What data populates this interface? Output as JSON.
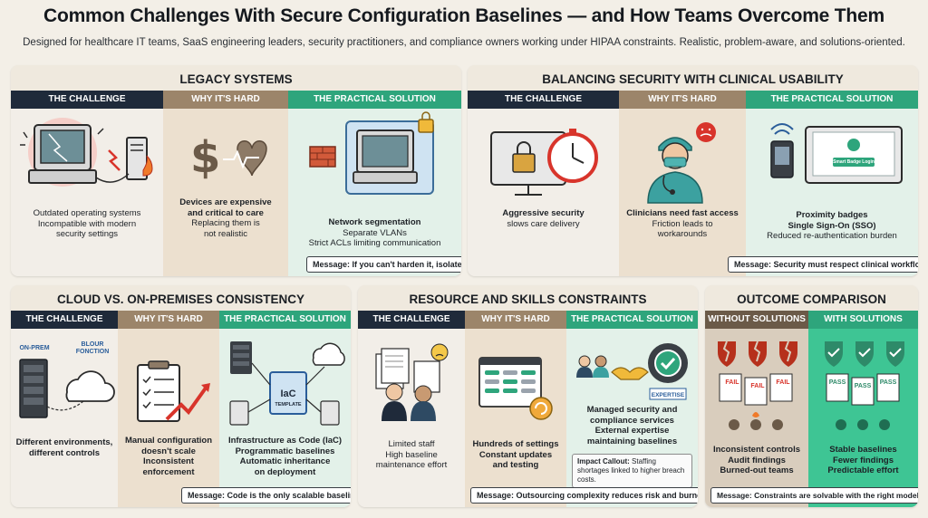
{
  "header": {
    "title": "Common Challenges With Secure Configuration Baselines — and How Teams Overcome Them",
    "subtitle": "Designed for healthcare IT teams, SaaS engineering leaders, security practitioners, and compliance owners working under HIPAA constraints. Realistic, problem-aware, and solutions-oriented."
  },
  "column_headers": {
    "challenge": "The Challenge",
    "why": "Why It's Hard",
    "solution": "The Practical Solution"
  },
  "legacy": {
    "title": "Legacy Systems",
    "challenge": [
      "Outdated operating systems",
      "Incompatible with modern",
      "security settings"
    ],
    "why": [
      "Devices are expensive",
      "and critical to care",
      "Replacing them is",
      "not realistic"
    ],
    "solution": [
      "Network segmentation",
      "Separate VLANs",
      "Strict ACLs limiting communication"
    ],
    "message": "Message: If you can't harden it, isolate it."
  },
  "clinical": {
    "title": "Balancing Security With Clinical Usability",
    "challenge": [
      "Aggressive security",
      "slows care delivery"
    ],
    "why": [
      "Clinicians need fast access",
      "Friction leads to",
      "workarounds"
    ],
    "solution": [
      "Proximity badges",
      "Single Sign-On (SSO)",
      "Reduced re-authentication burden"
    ],
    "screen_label": "Smart Badge Login",
    "message": "Message: Security must respect clinical workflows."
  },
  "cloud": {
    "title": "Cloud vs. On-Premises Consistency",
    "tag_onprem": "ON-PREM",
    "tag_cloud": "BLOUR FONCTION",
    "challenge": [
      "Different environments,",
      "different controls"
    ],
    "why": [
      "Manual configuration",
      "doesn't scale",
      "Inconsistent",
      "enforcement"
    ],
    "iac_label": "IaC",
    "iac_sub": "TEMPLATE",
    "solution": [
      "Infrastructure as Code (IaC)",
      "Programmatic baselines",
      "Automatic inheritance",
      "on deployment"
    ],
    "message": "Message: Code is the only scalable baseline."
  },
  "resources": {
    "title": "Resource and Skills Constraints",
    "challenge": [
      "Limited staff",
      "High baseline",
      "maintenance effort"
    ],
    "why": [
      "Hundreds of settings",
      "Constant updates",
      "and testing"
    ],
    "expertise_tag": "EXPERTISE",
    "solution": [
      "Managed security and",
      "compliance services",
      "External expertise",
      "maintaining baselines"
    ],
    "callout_label": "Impact Callout:",
    "callout_text": "Staffing shortages linked to higher breach costs.",
    "message": "Message: Outsourcing complexity reduces risk and burnout."
  },
  "outcome": {
    "title": "Outcome Comparison",
    "without_header": "Without Solutions",
    "with_header": "With Solutions",
    "fail_label": "FAIL",
    "pass_label": "PASS",
    "without": [
      "Inconsistent controls",
      "Audit findings",
      "Burned-out teams"
    ],
    "with": [
      "Stable baselines",
      "Fewer findings",
      "Predictable effort"
    ],
    "message": "Message: Constraints are solvable with the right model."
  },
  "colors": {
    "challenge_header": "#1f2a3a",
    "why_header": "#9c856a",
    "solution_header": "#2ea57c",
    "with_panel": "#3ec594",
    "panel_bg": "#efe9de",
    "alert_red": "#d8342b"
  }
}
